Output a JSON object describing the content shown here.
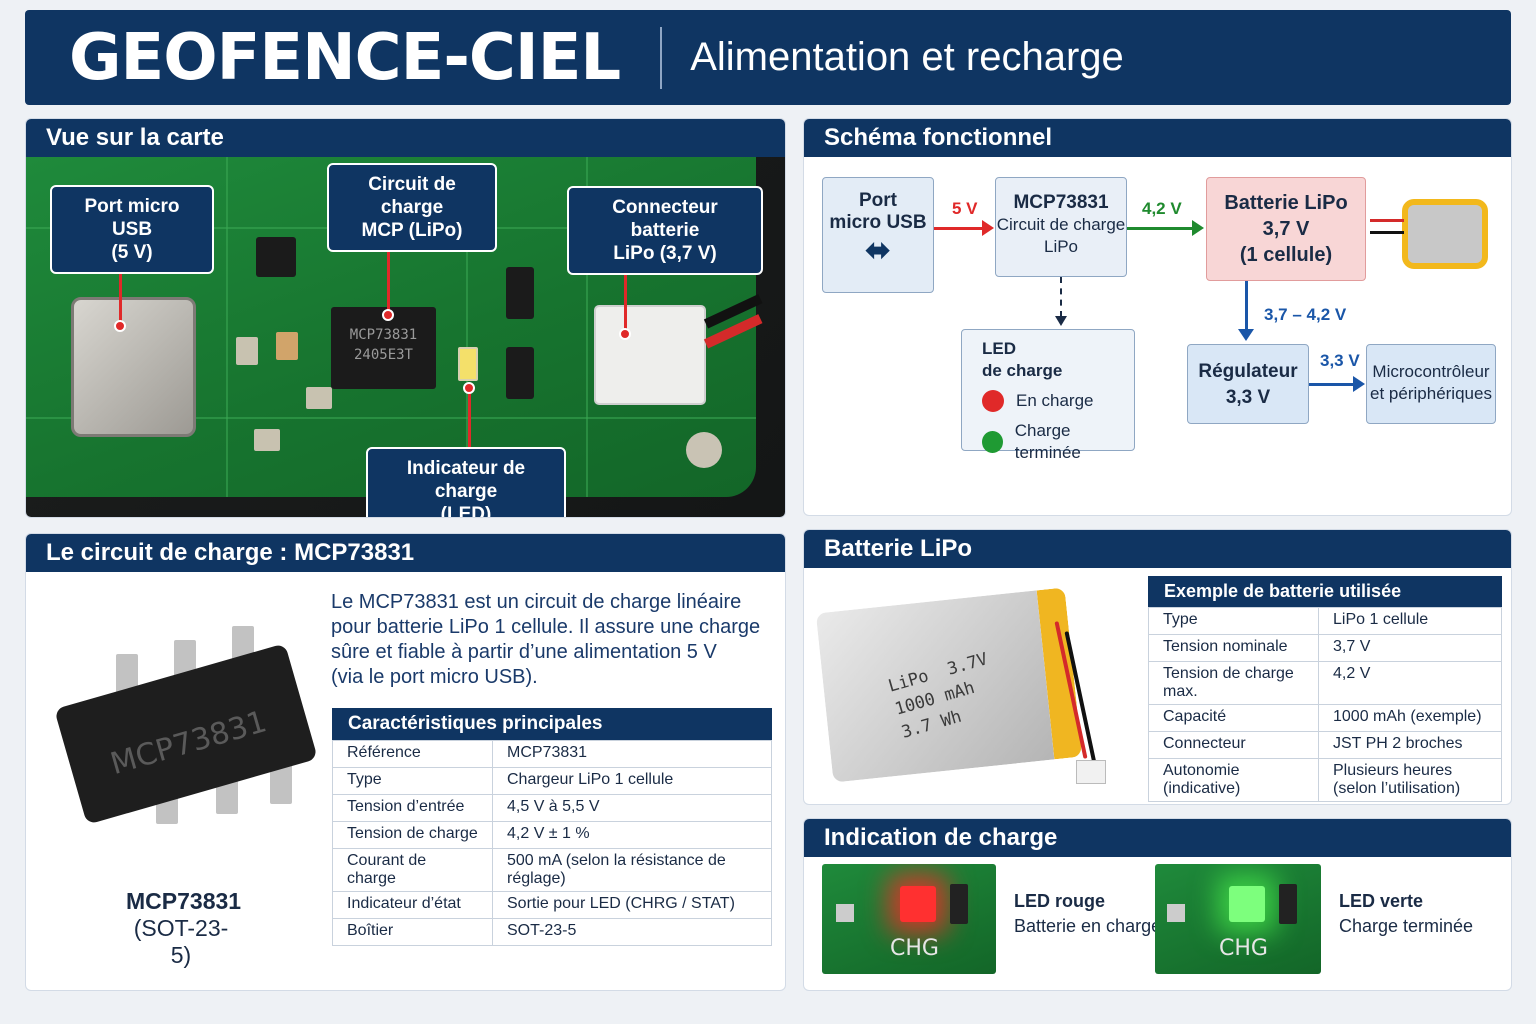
{
  "header": {
    "brand": "GEOFENCE-CIEL",
    "subtitle": "Alimentation et recharge"
  },
  "board_view": {
    "title": "Vue sur la carte",
    "callouts": {
      "usb": [
        "Port micro USB",
        "(5 V)"
      ],
      "mcp": [
        "Circuit de charge",
        "MCP (LiPo)"
      ],
      "battery": [
        "Connecteur batterie",
        "LiPo (3,7 V)"
      ],
      "led": [
        "Indicateur de charge",
        "(LED)"
      ]
    },
    "chip_marking": [
      "MCP73831",
      "2405E3T"
    ]
  },
  "schema": {
    "title": "Schéma fonctionnel",
    "usb": [
      "Port",
      "micro USB"
    ],
    "mcp": [
      "MCP73831",
      "Circuit de charge",
      "LiPo"
    ],
    "battery": [
      "Batterie LiPo",
      "3,7 V",
      "(1 cellule)"
    ],
    "led_box": [
      "LED",
      "de charge"
    ],
    "led_red": "En charge",
    "led_green": "Charge terminée",
    "regulator": [
      "Régulateur",
      "3,3 V"
    ],
    "mcu": [
      "Microcontrôleur",
      "et périphériques"
    ],
    "v_5": "5 V",
    "v_42": "4,2 V",
    "v_range": "3,7 – 4,2 V",
    "v_33": "3,3 V"
  },
  "charger": {
    "title": "Le circuit de charge : MCP73831",
    "desc": [
      "Le MCP73831 est un circuit de charge linéaire",
      "pour batterie LiPo 1 cellule. Il assure une charge",
      "sûre et fiable à partir d’une alimentation 5 V",
      "(via le port micro USB)."
    ],
    "chip_label": "MCP73831",
    "caption_name": "MCP73831",
    "caption_pkg": "(SOT-23-5)",
    "table_title": "Caractéristiques principales",
    "rows": [
      [
        "Référence",
        "MCP73831"
      ],
      [
        "Type",
        "Chargeur LiPo 1 cellule"
      ],
      [
        "Tension d’entrée",
        "4,5 V à 5,5 V"
      ],
      [
        "Tension de charge",
        "4,2 V ± 1 %"
      ],
      [
        "Courant de charge",
        "500 mA (selon la résistance de réglage)"
      ],
      [
        "Indicateur d’état",
        "Sortie pour LED (CHRG / STAT)"
      ],
      [
        "Boîtier",
        "SOT-23-5"
      ]
    ]
  },
  "battery": {
    "title": "Batterie LiPo",
    "label": [
      "LiPo  3.7V",
      "1000 mAh",
      "3.7 Wh"
    ],
    "table_title": "Exemple de batterie utilisée",
    "rows": [
      [
        "Type",
        "LiPo 1 cellule"
      ],
      [
        "Tension nominale",
        "3,7 V"
      ],
      [
        "Tension de charge max.",
        "4,2 V"
      ],
      [
        "Capacité",
        "1000 mAh (exemple)"
      ],
      [
        "Connecteur",
        "JST PH 2 broches"
      ],
      [
        "Autonomie (indicative)",
        "Plusieurs heures\n(selon l’utilisation)"
      ]
    ]
  },
  "indication": {
    "title": "Indication de charge",
    "chg": "CHG",
    "red_title": "LED rouge",
    "red_desc": "Batterie en charge",
    "green_title": "LED verte",
    "green_desc": "Charge terminée"
  },
  "colors": {
    "navy": "#0f3562",
    "red": "#e02929",
    "green": "#1f8a2e",
    "blue": "#1a56a8"
  }
}
